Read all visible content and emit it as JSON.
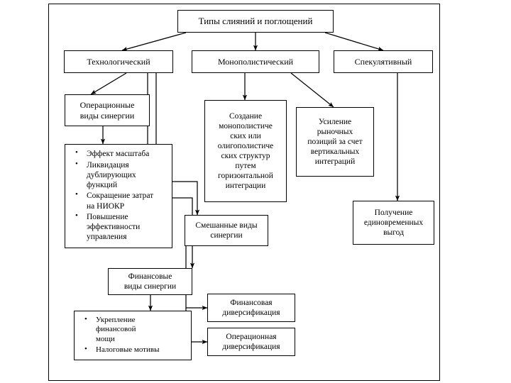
{
  "diagram": {
    "title": "Типы слияний и поглощений",
    "language": "ru",
    "type": "hierarchical-flowchart",
    "frame_border_color": "#000000",
    "background_color": "#ffffff",
    "nodes": {
      "root": {
        "label": "Типы слияний и поглощений"
      },
      "tech": {
        "label": "Технологический"
      },
      "monop": {
        "label": "Монополистический"
      },
      "spec": {
        "label": "Спекулятивный"
      },
      "oper_syn": {
        "label": "Операционные\nвиды синергии"
      },
      "oper_list": {
        "items": [
          "Эффект масштаба",
          "Ликвидация\nдублирующих\nфункций",
          "Сокращение затрат\nна НИОКР",
          "Повышение\nэффективности\nуправления"
        ]
      },
      "create_monop": {
        "label": "Создание\nмонополистиче\nских или\nолигополистиче\nских структур\nпутем\nгоризонтальной\nинтеграции"
      },
      "market_pos": {
        "label": "Усиление\nрыночных\nпозиций за счет\nвертикальных\nинтеграций"
      },
      "onetime": {
        "label": "Получение\nединовременных\nвыгод"
      },
      "mixed_syn": {
        "label": "Смешанные виды\nсинергии"
      },
      "fin_syn": {
        "label": "Финансовые\nвиды синергии"
      },
      "fin_list": {
        "items": [
          "Укрепление\nфинансовой\nмощи",
          "Налоговые мотивы"
        ]
      },
      "fin_div": {
        "label": "Финансовая\nдиверсификация"
      },
      "oper_div": {
        "label": "Операционная\nдиверсификация"
      }
    },
    "edges": [
      {
        "from": "root",
        "to": "tech",
        "style": "diagonal-arrow"
      },
      {
        "from": "root",
        "to": "monop",
        "style": "vertical-arrow"
      },
      {
        "from": "root",
        "to": "spec",
        "style": "diagonal-arrow"
      },
      {
        "from": "tech",
        "to": "oper_syn",
        "style": "diagonal-arrow"
      },
      {
        "from": "oper_syn",
        "to": "oper_list",
        "style": "vertical-arrow"
      },
      {
        "from": "tech",
        "to": "mixed_syn",
        "style": "elbow-arrow"
      },
      {
        "from": "tech",
        "to": "fin_syn",
        "style": "elbow-arrow"
      },
      {
        "from": "monop",
        "to": "create_monop",
        "style": "vertical-arrow"
      },
      {
        "from": "monop",
        "to": "market_pos",
        "style": "diagonal-arrow"
      },
      {
        "from": "spec",
        "to": "onetime",
        "style": "vertical-arrow"
      },
      {
        "from": "fin_syn",
        "to": "fin_list",
        "style": "vertical-arrow"
      },
      {
        "from": "mixed_syn",
        "to": "fin_div",
        "style": "elbow-arrow"
      },
      {
        "from": "mixed_syn",
        "to": "oper_div",
        "style": "elbow-arrow"
      }
    ]
  }
}
